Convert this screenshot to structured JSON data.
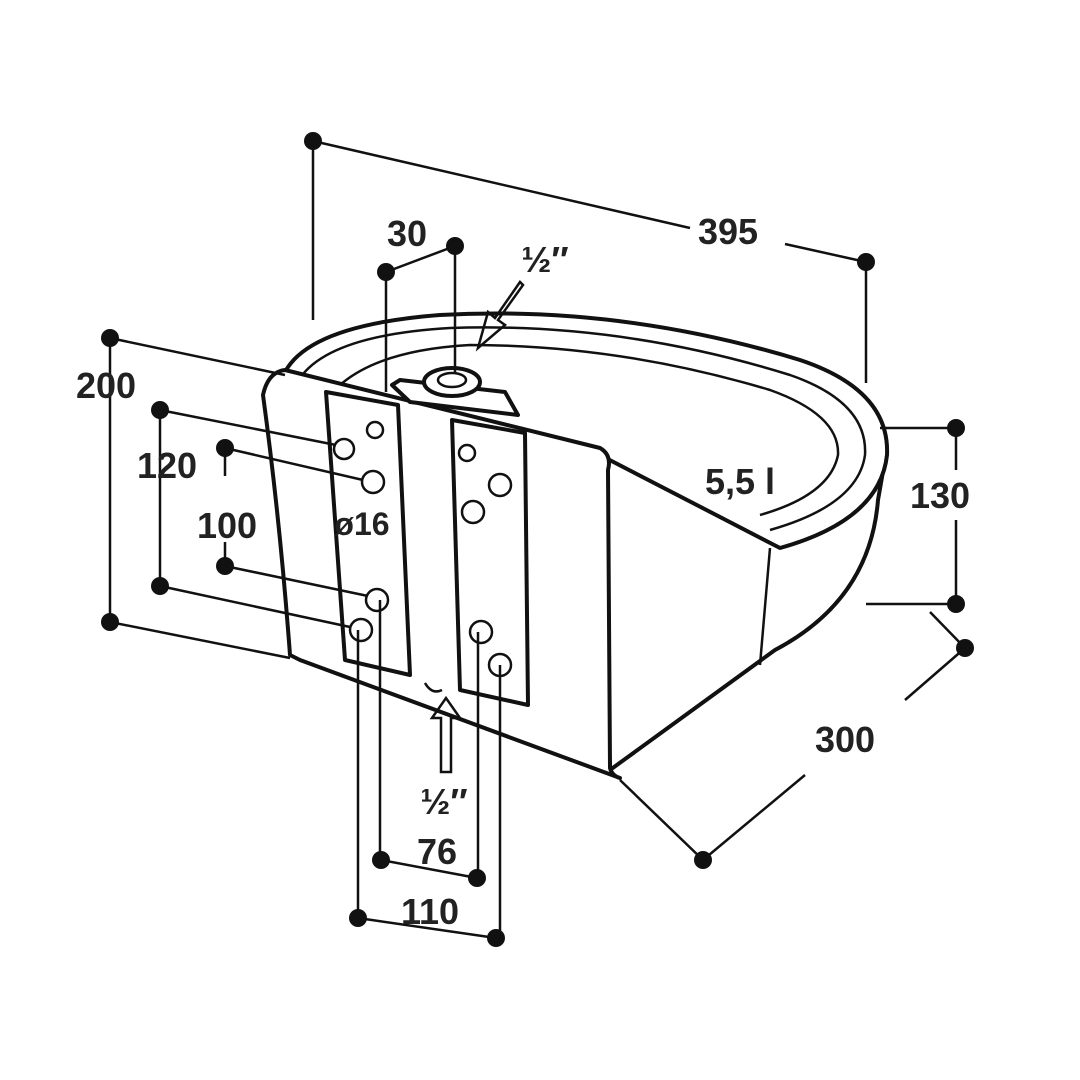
{
  "title": "Drinking trough dimensional drawing",
  "dimensions": {
    "length": "395",
    "inlet_offset": "30",
    "top_inlet": "½″",
    "height": "200",
    "hole_spacing_outer_vertical": "120",
    "hole_spacing_inner_vertical": "100",
    "hole_diameter": "ø16",
    "capacity": "5,5 l",
    "bowl_depth": "130",
    "width": "300",
    "bottom_inlet": "½″",
    "hole_spacing_inner_horizontal": "76",
    "hole_spacing_outer_horizontal": "110"
  },
  "colors": {
    "line": "#111111",
    "background": "#ffffff"
  }
}
